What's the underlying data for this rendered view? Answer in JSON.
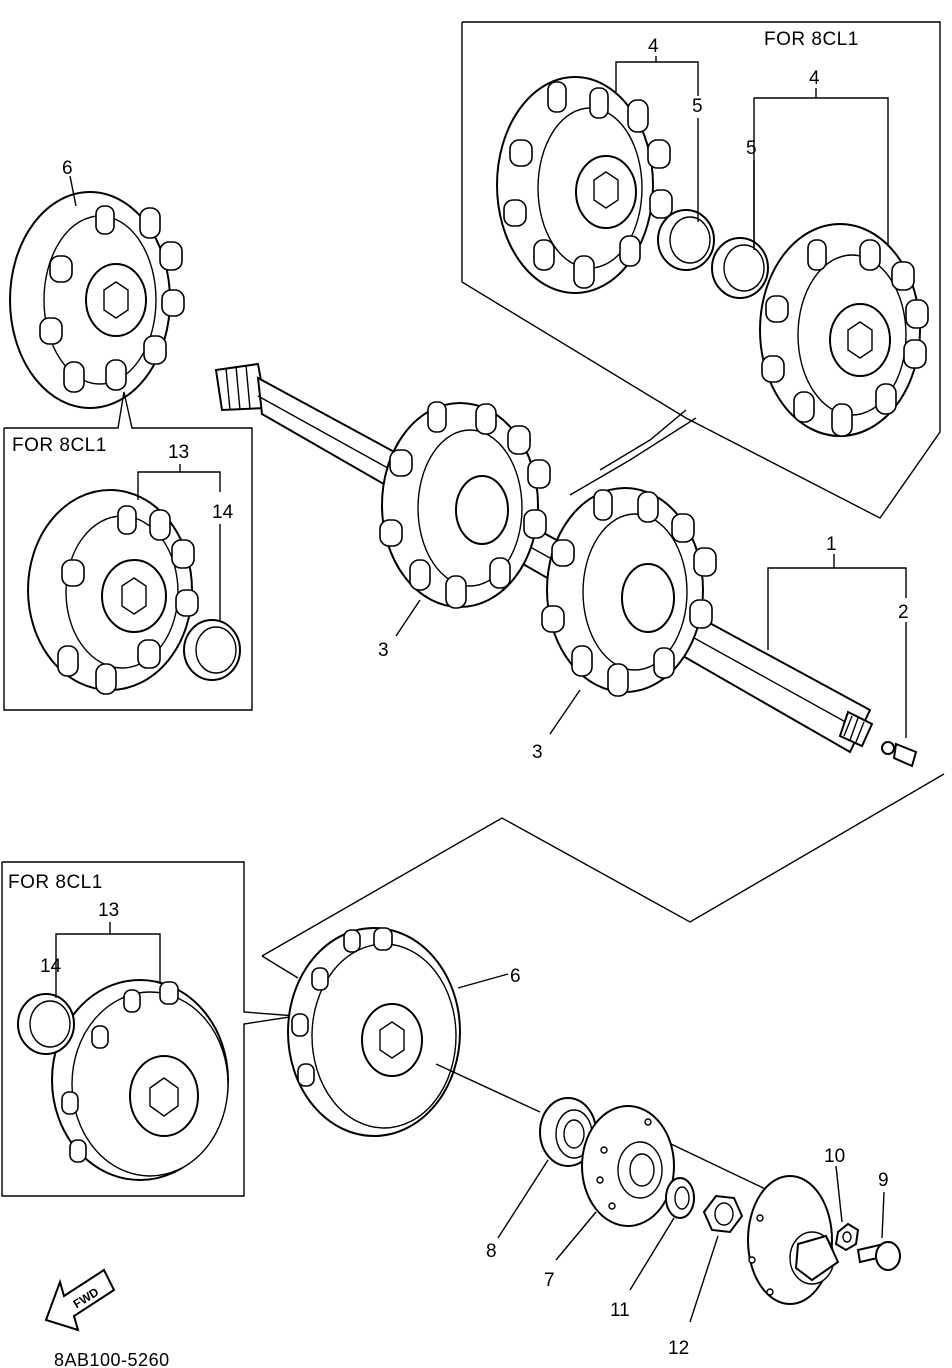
{
  "diagram": {
    "boxes": {
      "top_right": "FOR 8CL1",
      "left_middle": "FOR 8CL1",
      "left_bottom": "FOR 8CL1"
    },
    "callouts": {
      "c1": "1",
      "c2": "2",
      "c3a": "3",
      "c3b": "3",
      "c4a": "4",
      "c4b": "4",
      "c5a": "5",
      "c5b": "5",
      "c6a": "6",
      "c6b": "6",
      "c7": "7",
      "c8": "8",
      "c9": "9",
      "c10": "10",
      "c11": "11",
      "c12": "12",
      "c13a": "13",
      "c13b": "13",
      "c14a": "14",
      "c14b": "14"
    },
    "fwd_label": "FWD",
    "part_code": "8AB100-5260"
  }
}
